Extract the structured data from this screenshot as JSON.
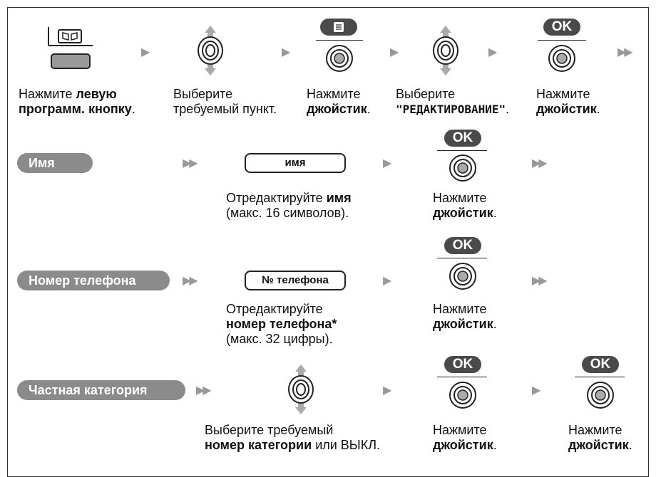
{
  "row1": {
    "step1": {
      "label_plain": "Нажмите ",
      "label_bold1": "левую",
      "label_bold2": "программ. кнопку",
      "label_end": "."
    },
    "step2": {
      "line1": "Выберите",
      "line2": "требуемый пункт."
    },
    "step3": {
      "line1": "Нажмите",
      "line2_bold": "джойстик",
      "line2_end": "."
    },
    "step4": {
      "line1": "Выберите",
      "line2_mono": "\"РЕДАКТИРОВАНИЕ\"",
      "line2_end": "."
    },
    "step5": {
      "line1": "Нажмите",
      "line2_bold": "джойстик",
      "line2_end": "."
    },
    "ok_label": "OK"
  },
  "row_name": {
    "pill": "Имя",
    "display": "имя",
    "desc_plain": "Отредактируйте ",
    "desc_bold": "имя",
    "desc_line2": "(макс. 16 символов).",
    "press_line1": "Нажмите",
    "press_bold": "джойстик",
    "press_end": ".",
    "ok_label": "OK"
  },
  "row_phone": {
    "pill": "Номер телефона",
    "display": "№ телефона",
    "desc_line1": "Отредактируйте",
    "desc_bold": "номер телефона*",
    "desc_line3": "(макс. 32 цифры).",
    "press_line1": "Нажмите",
    "press_bold": "джойстик",
    "press_end": ".",
    "ok_label": "OK"
  },
  "row_private": {
    "pill": "Частная категория",
    "desc_line1": "Выберите требуемый",
    "desc_bold": "номер категории",
    "desc_end": " или ВЫКЛ.",
    "press1_line1": "Нажмите",
    "press1_bold": "джойстик",
    "press1_end": ".",
    "press2_line1": "Нажмите",
    "press2_bold": "джойстик",
    "press2_end": ".",
    "ok_label": "OK"
  },
  "icons": {
    "book": "phonebook-icon",
    "joystick_updown": "joystick-up-down-icon",
    "joystick_press": "joystick-press-icon",
    "menu": "menu-icon",
    "arrow": "arrow-right-icon",
    "double_arrow": "double-arrow-right-icon"
  }
}
